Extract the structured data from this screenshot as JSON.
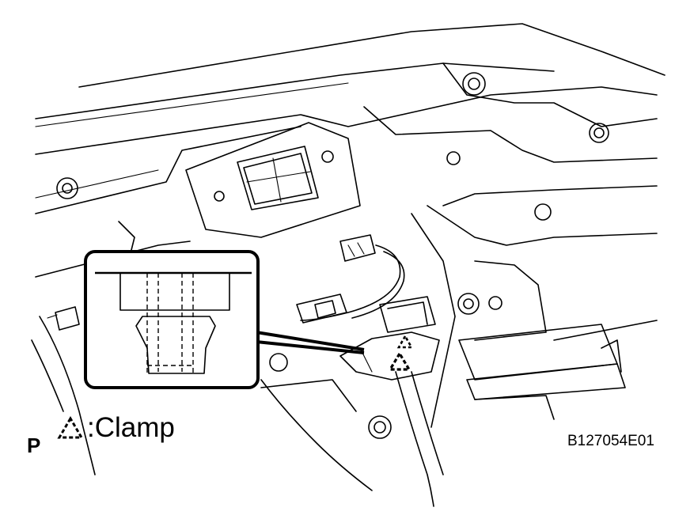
{
  "legend": {
    "symbol": "clamp-triangle-icon",
    "label": ":Clamp"
  },
  "view_letter": "P",
  "figure_id": "B127054E01"
}
